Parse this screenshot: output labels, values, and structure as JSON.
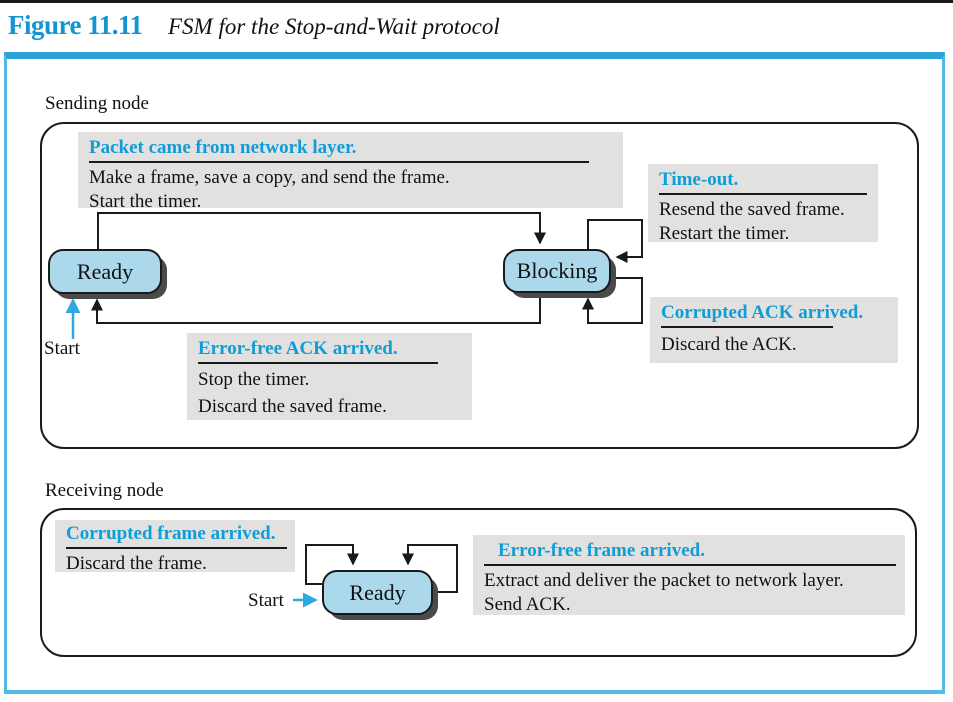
{
  "figure": {
    "label": "Figure 11.11",
    "title": "FSM for the Stop-and-Wait protocol"
  },
  "colors": {
    "accent_blue": "#1295d2",
    "heading_blue": "#0e9dd8",
    "frame_border": "#53bbe3",
    "frame_top_bar": "#2ca3d7",
    "callout_bg": "#e2e1df",
    "state_fill": "#abd8ea",
    "state_shadow": "#4a4a4a",
    "wire_black": "#1a1a1a",
    "start_arrow_blue": "#2fa8e0"
  },
  "sending": {
    "label": "Sending node",
    "start_label": "Start",
    "states": [
      {
        "name": "Ready"
      },
      {
        "name": "Blocking"
      }
    ],
    "callouts": {
      "packet": {
        "heading": "Packet came from network layer.",
        "lines": [
          "Make a frame, save a copy, and send the frame.",
          "Start the timer."
        ]
      },
      "timeout": {
        "heading": "Time-out.",
        "lines": [
          "Resend the saved frame.",
          "Restart the timer."
        ]
      },
      "error_free_ack": {
        "heading": "Error-free ACK arrived.",
        "lines": [
          "Stop the timer.",
          "Discard the saved frame."
        ]
      },
      "corrupted_ack": {
        "heading": "Corrupted ACK arrived.",
        "lines": [
          "Discard the ACK."
        ]
      }
    }
  },
  "receiving": {
    "label": "Receiving node",
    "start_label": "Start",
    "states": [
      {
        "name": "Ready"
      }
    ],
    "callouts": {
      "corrupted_frame": {
        "heading": "Corrupted frame arrived.",
        "lines": [
          "Discard the frame."
        ]
      },
      "error_free_frame": {
        "heading": "Error-free frame arrived.",
        "lines": [
          "Extract and deliver the packet to network layer.",
          "Send ACK."
        ]
      }
    }
  }
}
